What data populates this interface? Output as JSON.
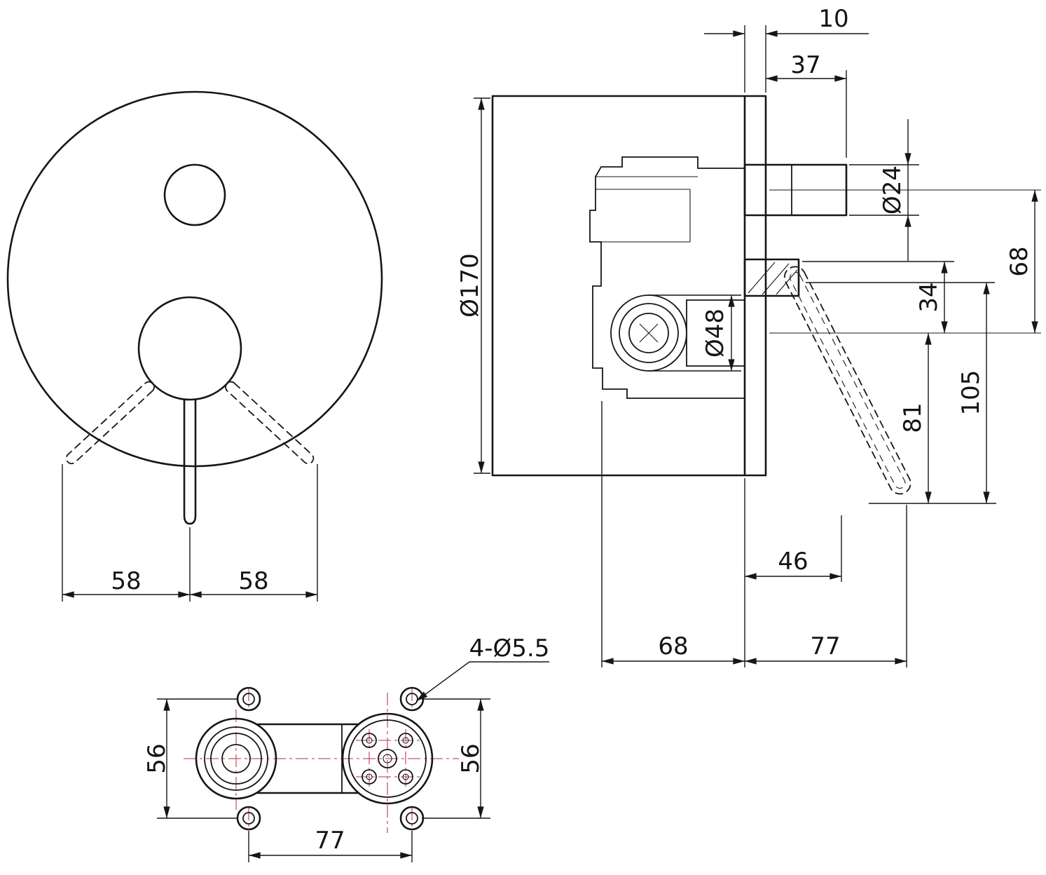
{
  "views": {
    "front": {
      "dims": {
        "left_58": "58",
        "right_58": "58"
      }
    },
    "side": {
      "dims": {
        "plate_thickness_10": "10",
        "protrusion_37": "37",
        "spout_dia_24": "Ø24",
        "plate_dia_170": "Ø170",
        "cartridge_dia_48": "Ø48",
        "offset_34": "34",
        "spacing_68_right": "68",
        "handle_81": "81",
        "handle_105": "105",
        "depth_46": "46",
        "depth_68_bottom": "68",
        "reach_77": "77"
      }
    },
    "bottom": {
      "dims": {
        "spacing_56_left": "56",
        "spacing_56_right": "56",
        "spacing_77": "77"
      },
      "callout_holes": "4-Ø5.5"
    }
  },
  "colors": {
    "line": "#161616",
    "centerline": "#c9586a"
  }
}
